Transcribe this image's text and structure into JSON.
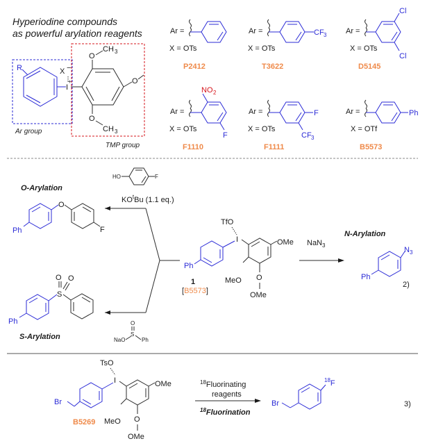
{
  "header": {
    "title_line1": "Hyperiodine compounds",
    "title_line2": "as powerful arylation reagents"
  },
  "generic": {
    "r_label": "R",
    "x_label": "X",
    "minus": "−",
    "plus": "+",
    "iodine": "I",
    "ome": "O",
    "methyl": "CH",
    "methyl_sub": "3",
    "ar_group": "Ar group",
    "tmp_group": "TMP group"
  },
  "reagents": [
    {
      "code": "P2412",
      "ar_prefix": "Ar =",
      "x_text": "X = OTs",
      "substituents": []
    },
    {
      "code": "T3622",
      "ar_prefix": "Ar =",
      "x_text": "X = OTs",
      "substituents": [
        "CF",
        "3"
      ]
    },
    {
      "code": "D5145",
      "ar_prefix": "Ar =",
      "x_text": "X = OTs",
      "substituents": [
        "Cl",
        "Cl"
      ]
    },
    {
      "code": "F1110",
      "ar_prefix": "Ar =",
      "x_text": "X = OTs",
      "substituents": [
        "NO",
        "2",
        "F"
      ]
    },
    {
      "code": "F1111",
      "ar_prefix": "Ar =",
      "x_text": "X = OTs",
      "substituents": [
        "F",
        "CF",
        "3"
      ]
    },
    {
      "code": "B5573",
      "ar_prefix": "Ar =",
      "x_text": "X = OTf",
      "substituents": [
        "Ph"
      ]
    }
  ],
  "scheme2": {
    "o_arylation": "O-Arylation",
    "s_arylation": "S-Arylation",
    "n_arylation": "N-Arylation",
    "phenol_ho": "HO",
    "phenol_f": "F",
    "base_pre": "KO",
    "base_sup": "t",
    "base_post": "Bu (1.1 eq.)",
    "reagent_na": "NaN",
    "reagent_na_sub": "3",
    "ome_label": "OMe",
    "meo_label": "MeO",
    "tfo": "TfO",
    "ph": "Ph",
    "compound_number": "1",
    "compound_code": "B5573",
    "bracket_open": "[",
    "bracket_close": "]",
    "azide": "N",
    "azide_sub": "3",
    "step_number": "2)",
    "o_atom": "O",
    "s_atom": "S",
    "sulfinate_nao": "NaO",
    "sulfinate_s": "S",
    "sulfinate_ph": "Ph",
    "sulfinate_o": "O"
  },
  "scheme3": {
    "tso": "TsO",
    "br": "Br",
    "code": "B5269",
    "reagent_sup": "18",
    "reagent_line1": "Fluorinating",
    "reagent_line2": "reagents",
    "label_sup": "18",
    "label": "Fluorination",
    "product_sup": "18",
    "product_f": "F",
    "step_number": "3)"
  },
  "colors": {
    "aryl_blue": "#2a2ad6",
    "tmp_red": "#d6141b",
    "code_orange": "#ef8a4a",
    "black": "#1a1a1a"
  }
}
